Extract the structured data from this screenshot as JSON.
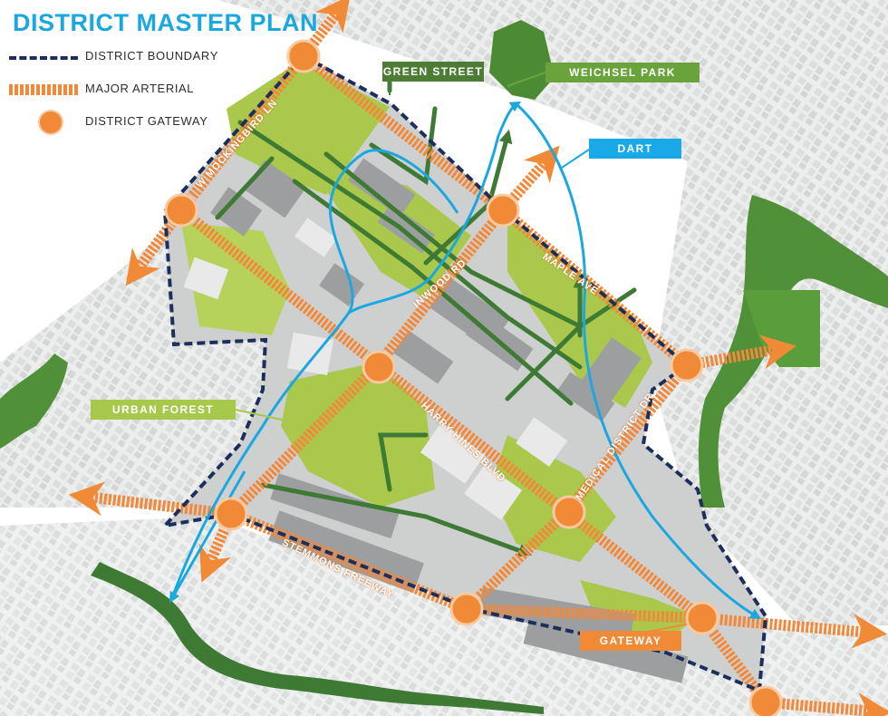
{
  "title": "DISTRICT MASTER PLAN",
  "legend": {
    "boundary": "DISTRICT BOUNDARY",
    "arterial": "MAJOR ARTERIAL",
    "gateway": "DISTRICT GATEWAY"
  },
  "labels": {
    "green_street": "GREEN STREET",
    "park": "WEICHSEL PARK",
    "dart": "DART",
    "urban_forest": "URBAN FOREST",
    "gateway": "GATEWAY"
  },
  "roads": {
    "mockingbird": "W MOCKINGBIRD LN",
    "inwood": "INWOOD RD",
    "maple": "MAPLE AVE",
    "harry_hines": "HARRY HINES BLVD",
    "medical_district": "MEDICAL DISTRICT DR",
    "stemmons": "STEMMONS FREEWAY"
  },
  "colors": {
    "boundary": "#1c2f5c",
    "arterial": "#f2883a",
    "gateway": "#f08a36",
    "green": "#a9c84c",
    "dark_green": "#3f7a35",
    "dart": "#1ba7e0"
  }
}
